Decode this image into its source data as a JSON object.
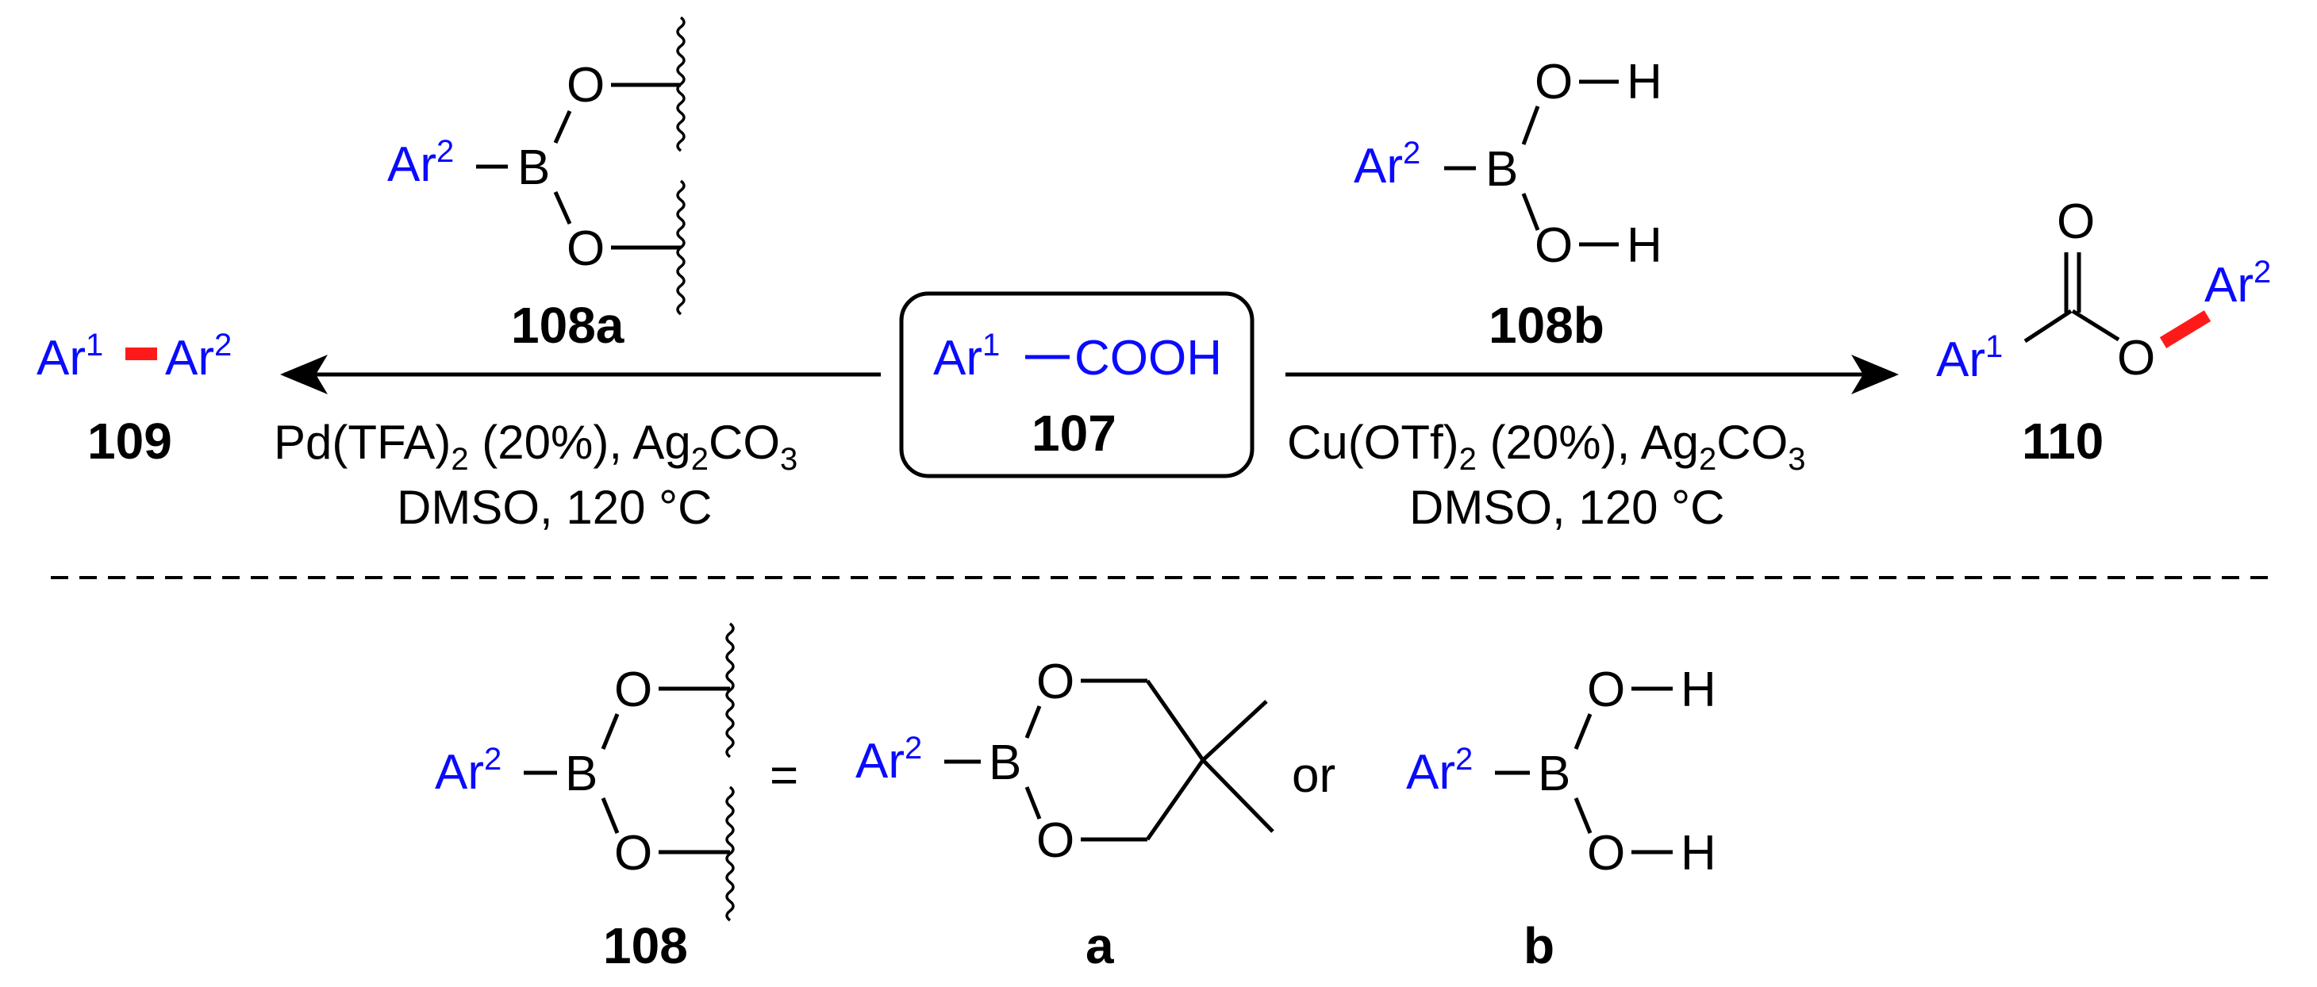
{
  "colors": {
    "aryl_text": "#0a0aff",
    "new_bond": "#ff1a1a",
    "ink": "#000000",
    "background": "#ffffff"
  },
  "atoms": {
    "boron": "B",
    "oxygen": "O",
    "hydrogen": "H",
    "carboxyl": "COOH"
  },
  "aryl": {
    "ar": "Ar",
    "one": "1",
    "two": "2"
  },
  "labels": {
    "boronate_ester_top": "108a",
    "boronic_acid_top": "108b",
    "starting_acid": "107",
    "biaryl_product": "109",
    "ester_product": "110",
    "generic_boron": "108",
    "option_a": "a",
    "option_b": "b"
  },
  "left_conditions": {
    "line1_prefix": "Pd(TFA)",
    "line1_sub": "2",
    "line1_mid": " (20%), Ag",
    "line1_sub2": "2",
    "line1_mid2": "CO",
    "line1_sub3": "3",
    "line2": "DMSO, 120 °C"
  },
  "right_conditions": {
    "line1_prefix": "Cu(OTf)",
    "line1_sub": "2",
    "line1_mid": " (20%), Ag",
    "line1_sub2": "2",
    "line1_mid2": "CO",
    "line1_sub3": "3",
    "line2": "DMSO, 120 °C"
  },
  "definition": {
    "equals": "=",
    "or": "or"
  }
}
